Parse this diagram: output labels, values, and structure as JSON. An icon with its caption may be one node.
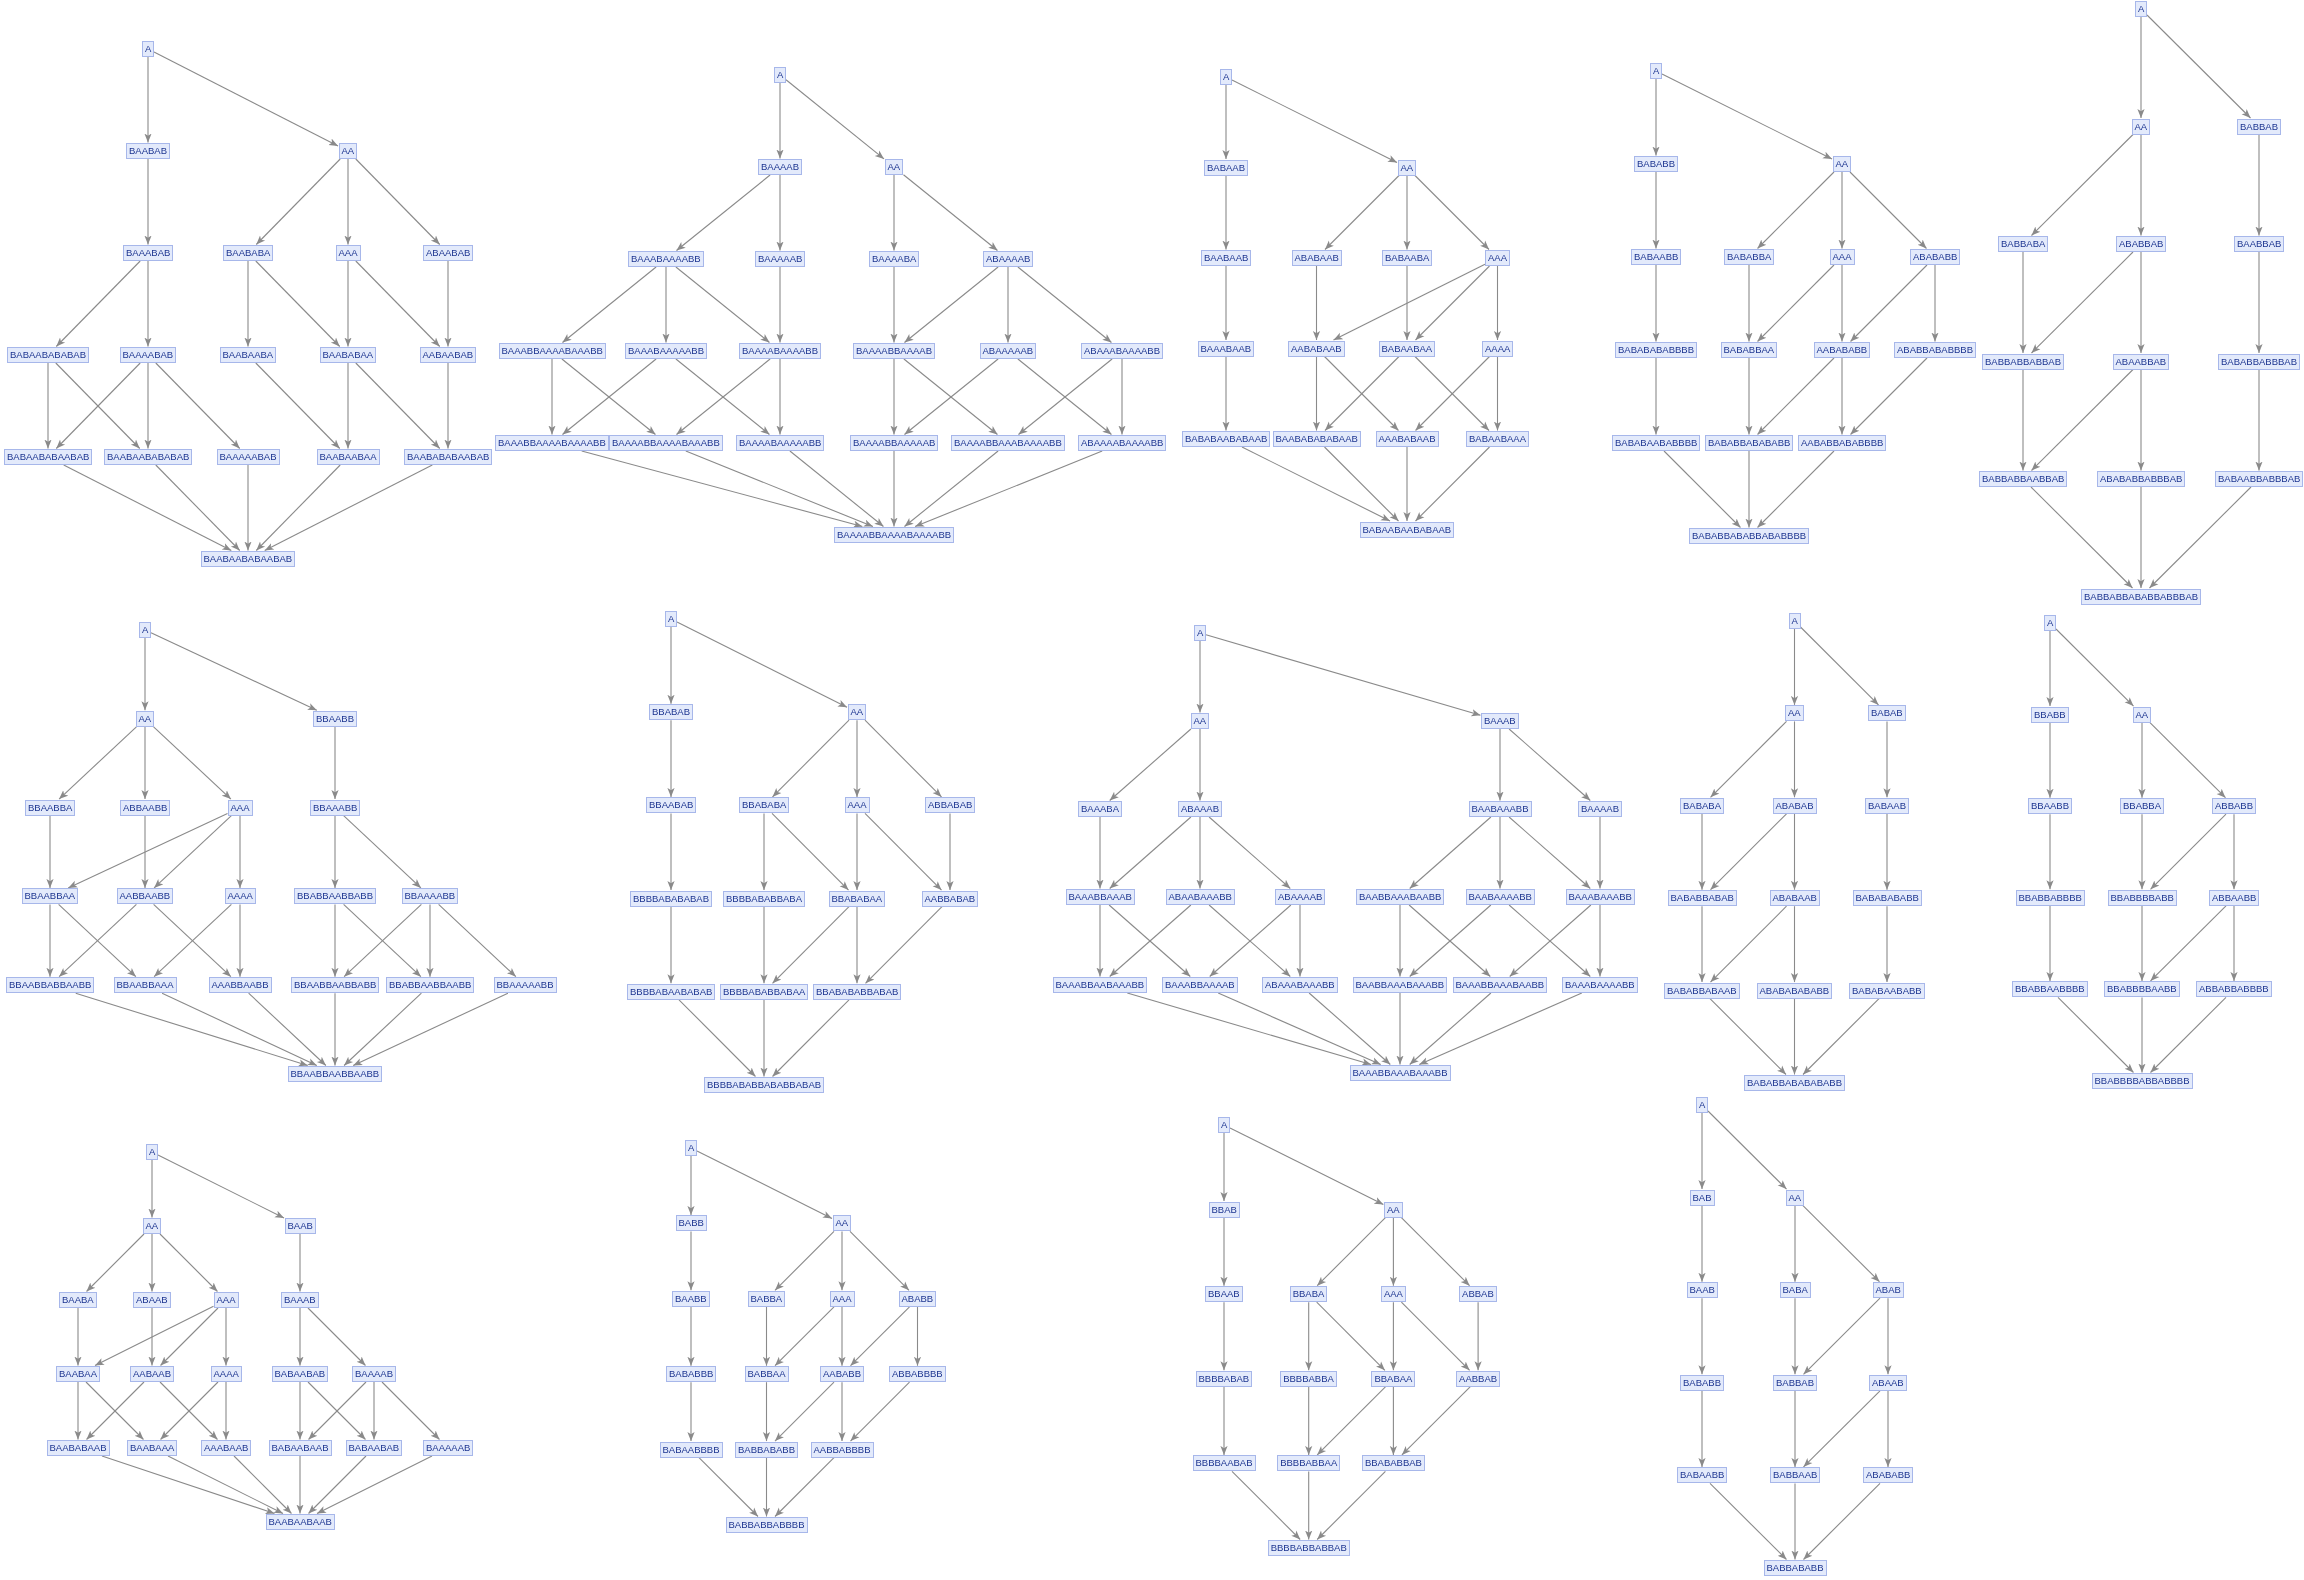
{
  "diagram": {
    "nodes": [
      {
        "text": [
          "A"
        ]
      },
      {
        "text": [
          "BAABAB"
        ]
      },
      {
        "text": [
          "AA"
        ]
      },
      {
        "text": [
          "BAAABAB"
        ]
      },
      {
        "text": [
          "BAABABA"
        ]
      },
      {
        "text": [
          "AAA"
        ]
      },
      {
        "text": [
          "ABAABAB"
        ]
      },
      {
        "text": [
          "BABAABABABAB"
        ]
      },
      {
        "text": [
          "BAAAABAB"
        ]
      },
      {
        "text": [
          "BAABAABA"
        ]
      },
      {
        "text": [
          "BAABABAA"
        ]
      },
      {
        "text": [
          "AABAABAB"
        ]
      },
      {
        "text": [
          "BABAABABAABAB"
        ]
      },
      {
        "text": [
          "BAABAABABABAB"
        ]
      },
      {
        "text": [
          "BAAAAABAB"
        ]
      },
      {
        "text": [
          "BAABAABAA"
        ]
      },
      {
        "text": [
          "BAABABABAABAB"
        ]
      },
      {
        "text": [
          "BAABAABABAABAB"
        ]
      },
      {
        "text": [
          "A"
        ]
      },
      {
        "text": [
          "BAAAAB"
        ]
      },
      {
        "text": [
          "AA"
        ]
      },
      {
        "text": [
          "BAAABAAAABB"
        ]
      },
      {
        "text": [
          "BAAAAAB"
        ]
      },
      {
        "text": [
          "BAAAABA"
        ]
      },
      {
        "text": [
          "ABAAAAB"
        ]
      },
      {
        "text": [
          "BAAABBAAAABAAABB"
        ]
      },
      {
        "text": [
          "BAAABAAAAABB"
        ]
      },
      {
        "text": [
          "BAAAABAAAABB"
        ]
      },
      {
        "text": [
          "BAAAABBAAAAB"
        ]
      },
      {
        "text": [
          "ABAAAAAB"
        ]
      },
      {
        "text": [
          "ABAAABAAAABB"
        ]
      },
      {
        "text": [
          "BAAABBAAAABAAAABB"
        ]
      },
      {
        "text": [
          "BAAAABBAAAABAAABB"
        ]
      },
      {
        "text": [
          "BAAAABAAAAABB"
        ]
      },
      {
        "text": [
          "BAAAABBAAAAAB"
        ]
      },
      {
        "text": [
          "BAAAABBAAABAAAABB"
        ]
      },
      {
        "text": [
          "ABAAAABAAAABB"
        ]
      },
      {
        "text": [
          "BAAAABBAAAABAAAABB"
        ]
      },
      {
        "text": [
          "A"
        ]
      },
      {
        "text": [
          "BABAAB"
        ]
      },
      {
        "text": [
          "AA"
        ]
      },
      {
        "text": [
          "BAABAAB"
        ]
      },
      {
        "text": [
          "ABABAAB"
        ]
      },
      {
        "text": [
          "BABAABA"
        ]
      },
      {
        "text": [
          "AAA"
        ]
      },
      {
        "text": [
          "BAAABAAB"
        ]
      },
      {
        "text": [
          "AABABAAB"
        ]
      },
      {
        "text": [
          "BABAABAA"
        ]
      },
      {
        "text": [
          "AAAA"
        ]
      },
      {
        "text": [
          "BABABAABABAAB"
        ]
      },
      {
        "text": [
          "BAABABABABAAB"
        ]
      },
      {
        "text": [
          "AAABABAAB"
        ]
      },
      {
        "text": [
          "BABAABAAA"
        ]
      },
      {
        "text": [
          "BABAABAABABAAB"
        ]
      },
      {
        "text": [
          "A"
        ]
      },
      {
        "text": [
          "BABABB"
        ]
      },
      {
        "text": [
          "AA"
        ]
      },
      {
        "text": [
          "BABAABB"
        ]
      },
      {
        "text": [
          "BABABBA"
        ]
      },
      {
        "text": [
          "AAA"
        ]
      },
      {
        "text": [
          "ABABABB"
        ]
      },
      {
        "text": [
          "BABABABABBBB"
        ]
      },
      {
        "text": [
          "BABABBAA"
        ]
      },
      {
        "text": [
          "AABABABB"
        ]
      },
      {
        "text": [
          "ABABBABABBBB"
        ]
      },
      {
        "text": [
          "BABABAABABBBB"
        ]
      },
      {
        "text": [
          "BABABBABABABB"
        ]
      },
      {
        "text": [
          "AABABBABABBBB"
        ]
      },
      {
        "text": [
          "BABABBABABBABABBBB"
        ]
      },
      {
        "text": [
          "A"
        ]
      },
      {
        "text": [
          "AA"
        ]
      },
      {
        "text": [
          "BABBAB"
        ]
      },
      {
        "text": [
          "BABBABA"
        ]
      },
      {
        "text": [
          "ABABBAB"
        ]
      },
      {
        "text": [
          "BAABBAB"
        ]
      },
      {
        "text": [
          "BABBABBABBAB"
        ]
      },
      {
        "text": [
          "ABAABBAB"
        ]
      },
      {
        "text": [
          "BABABBABBBAB"
        ]
      },
      {
        "text": [
          "BABBABBAABBAB"
        ]
      },
      {
        "text": [
          "ABABABBABBBAB"
        ]
      },
      {
        "text": [
          "BABAABBABBBAB"
        ]
      },
      {
        "text": [
          "BABBABBABABBABBBAB"
        ]
      },
      {
        "text": [
          "A"
        ]
      },
      {
        "text": [
          "AA"
        ]
      },
      {
        "text": [
          "BBAABB"
        ]
      },
      {
        "text": [
          "BBAABBA"
        ]
      },
      {
        "text": [
          "ABBAABB"
        ]
      },
      {
        "text": [
          "AAA"
        ]
      },
      {
        "text": [
          "BBAAABB"
        ]
      },
      {
        "text": [
          "BBAABBAA"
        ]
      },
      {
        "text": [
          "AABBAABB"
        ]
      },
      {
        "text": [
          "AAAA"
        ]
      },
      {
        "text": [
          "BBABBAABBABB"
        ]
      },
      {
        "text": [
          "BBAAAABB"
        ]
      },
      {
        "text": [
          "BBAABBABBAABB"
        ]
      },
      {
        "text": [
          "BBAABBAAA"
        ]
      },
      {
        "text": [
          "AAABBAABB"
        ]
      },
      {
        "text": [
          "BBAABBAABBABB"
        ]
      },
      {
        "text": [
          "BBABBAABBAABB"
        ]
      },
      {
        "text": [
          "BBAAAAABB"
        ]
      },
      {
        "text": [
          "BBAABBAABBAABB"
        ]
      },
      {
        "text": [
          "A"
        ]
      },
      {
        "text": [
          "BBABAB"
        ]
      },
      {
        "text": [
          "AA"
        ]
      },
      {
        "text": [
          "BBAABAB"
        ]
      },
      {
        "text": [
          "BBABABA"
        ]
      },
      {
        "text": [
          "AAA"
        ]
      },
      {
        "text": [
          "ABBABAB"
        ]
      },
      {
        "text": [
          "BBBBABABABAB"
        ]
      },
      {
        "text": [
          "BBBBABABBABA"
        ]
      },
      {
        "text": [
          "BBABABAA"
        ]
      },
      {
        "text": [
          "AABBABAB"
        ]
      },
      {
        "text": [
          "BBBBABAABABAB"
        ]
      },
      {
        "text": [
          "BBBBABABBABAA"
        ]
      },
      {
        "text": [
          "BBABABABBABAB"
        ]
      },
      {
        "text": [
          "BBBBABABBABABBABAB"
        ]
      },
      {
        "text": [
          "A"
        ]
      },
      {
        "text": [
          "AA"
        ]
      },
      {
        "text": [
          "BAAAB"
        ]
      },
      {
        "text": [
          "BAAABA"
        ]
      },
      {
        "text": [
          "ABAAAB"
        ]
      },
      {
        "text": [
          "BAABAAABB"
        ]
      },
      {
        "text": [
          "BAAAAB"
        ]
      },
      {
        "text": [
          "BAAABBAAAB"
        ]
      },
      {
        "text": [
          "ABAABAAABB"
        ]
      },
      {
        "text": [
          "ABAAAAB"
        ]
      },
      {
        "text": [
          "BAABBAAABAABB"
        ]
      },
      {
        "text": [
          "BAABAAAABB"
        ]
      },
      {
        "text": [
          "BAAABAAABB"
        ]
      },
      {
        "text": [
          "BAAABBAABAAABB"
        ]
      },
      {
        "text": [
          "BAAABBAAAAB"
        ]
      },
      {
        "text": [
          "ABAAABAAABB"
        ]
      },
      {
        "text": [
          "BAABBAAABAAABB"
        ]
      },
      {
        "text": [
          "BAAABBAAABAABB"
        ]
      },
      {
        "text": [
          "BAAABAAAABB"
        ]
      },
      {
        "text": [
          "BAAABBAAABAAABB"
        ]
      },
      {
        "text": [
          "A"
        ]
      },
      {
        "text": [
          "AA"
        ]
      },
      {
        "text": [
          "BABAB"
        ]
      },
      {
        "text": [
          "BABABA"
        ]
      },
      {
        "text": [
          "ABABAB"
        ]
      },
      {
        "text": [
          "BABAAB"
        ]
      },
      {
        "text": [
          "BABABBABAB"
        ]
      },
      {
        "text": [
          "ABABAAB"
        ]
      },
      {
        "text": [
          "BABABABABB"
        ]
      },
      {
        "text": [
          "BABABBABAAB"
        ]
      },
      {
        "text": [
          "ABABABABABB"
        ]
      },
      {
        "text": [
          "BABABAABABB"
        ]
      },
      {
        "text": [
          "BABABBABABABABB"
        ]
      },
      {
        "text": [
          "A"
        ]
      },
      {
        "text": [
          "BBABB"
        ]
      },
      {
        "text": [
          "AA"
        ]
      },
      {
        "text": [
          "BBAABB"
        ]
      },
      {
        "text": [
          "BBABBA"
        ]
      },
      {
        "text": [
          "ABBABB"
        ]
      },
      {
        "text": [
          "BBABBABBBB"
        ]
      },
      {
        "text": [
          "BBABBBBABB"
        ]
      },
      {
        "text": [
          "ABBAABB"
        ]
      },
      {
        "text": [
          "BBABBAABBBB"
        ]
      },
      {
        "text": [
          "BBABBBBAABB"
        ]
      },
      {
        "text": [
          "ABBABBABBBB"
        ]
      },
      {
        "text": [
          "BBABBBBABBABBBB"
        ]
      },
      {
        "text": [
          "A"
        ]
      },
      {
        "text": [
          "AA"
        ]
      },
      {
        "text": [
          "BAAB"
        ]
      },
      {
        "text": [
          "BAABA"
        ]
      },
      {
        "text": [
          "ABAAB"
        ]
      },
      {
        "text": [
          "AAA"
        ]
      },
      {
        "text": [
          "BAAAB"
        ]
      },
      {
        "text": [
          "BAABAA"
        ]
      },
      {
        "text": [
          "AABAAB"
        ]
      },
      {
        "text": [
          "AAAA"
        ]
      },
      {
        "text": [
          "BABAABAB"
        ]
      },
      {
        "text": [
          "BAAAAB"
        ]
      },
      {
        "text": [
          "BAABABAAB"
        ]
      },
      {
        "text": [
          "BAABAAA"
        ]
      },
      {
        "text": [
          "AAABAAB"
        ]
      },
      {
        "text": [
          "BABAABAAB"
        ]
      },
      {
        "text": [
          "BABAABAB"
        ]
      },
      {
        "text": [
          "BAAAAAB"
        ]
      },
      {
        "text": [
          "BAABAABAAB"
        ]
      },
      {
        "text": [
          "A"
        ]
      },
      {
        "text": [
          "BABB"
        ]
      },
      {
        "text": [
          "AA"
        ]
      },
      {
        "text": [
          "BAABB"
        ]
      },
      {
        "text": [
          "BABBA"
        ]
      },
      {
        "text": [
          "AAA"
        ]
      },
      {
        "text": [
          "ABABB"
        ]
      },
      {
        "text": [
          "BABABBB"
        ]
      },
      {
        "text": [
          "BABBAA"
        ]
      },
      {
        "text": [
          "AABABB"
        ]
      },
      {
        "text": [
          "ABBABBBB"
        ]
      },
      {
        "text": [
          "BABAABBBB"
        ]
      },
      {
        "text": [
          "BABBABABB"
        ]
      },
      {
        "text": [
          "AABBABBBB"
        ]
      },
      {
        "text": [
          "BABBABBABBBB"
        ]
      },
      {
        "text": [
          "A"
        ]
      },
      {
        "text": [
          "BBAB"
        ]
      },
      {
        "text": [
          "AA"
        ]
      },
      {
        "text": [
          "BBAAB"
        ]
      },
      {
        "text": [
          "BBABA"
        ]
      },
      {
        "text": [
          "AAA"
        ]
      },
      {
        "text": [
          "ABBAB"
        ]
      },
      {
        "text": [
          "BBBBABAB"
        ]
      },
      {
        "text": [
          "BBBBABBA"
        ]
      },
      {
        "text": [
          "BBABAA"
        ]
      },
      {
        "text": [
          "AABBAB"
        ]
      },
      {
        "text": [
          "BBBBAABAB"
        ]
      },
      {
        "text": [
          "BBBBABBAA"
        ]
      },
      {
        "text": [
          "BBABABBAB"
        ]
      },
      {
        "text": [
          "BBBBABBABBAB"
        ]
      },
      {
        "text": [
          "A"
        ]
      },
      {
        "text": [
          "BAB"
        ]
      },
      {
        "text": [
          "AA"
        ]
      },
      {
        "text": [
          "BAAB"
        ]
      },
      {
        "text": [
          "BABA"
        ]
      },
      {
        "text": [
          "ABAB"
        ]
      },
      {
        "text": [
          "BABABB"
        ]
      },
      {
        "text": [
          "BABBAB"
        ]
      },
      {
        "text": [
          "ABAAB"
        ]
      },
      {
        "text": [
          "BABAABB"
        ]
      },
      {
        "text": [
          "BABBAAB"
        ]
      },
      {
        "text": [
          "ABABABB"
        ]
      },
      {
        "text": [
          "BABBABABB"
        ]
      }
    ],
    "edges": [
      {
        "from": 0,
        "to": 1,
        "arrow": "to"
      },
      {
        "from": 0,
        "to": 2,
        "arrow": "to"
      },
      {
        "from": 1,
        "to": 3,
        "arrow": "to"
      },
      {
        "from": 2,
        "to": 4,
        "arrow": "to"
      },
      {
        "from": 2,
        "to": 5,
        "arrow": "to"
      },
      {
        "from": 2,
        "to": 6,
        "arrow": "to"
      },
      {
        "from": 3,
        "to": 7,
        "arrow": "to"
      },
      {
        "from": 3,
        "to": 8,
        "arrow": "to"
      },
      {
        "from": 4,
        "to": 9,
        "arrow": "to"
      },
      {
        "from": 4,
        "to": 10,
        "arrow": "to"
      },
      {
        "from": 5,
        "to": 10,
        "arrow": "to"
      },
      {
        "from": 5,
        "to": 11,
        "arrow": "to"
      },
      {
        "from": 6,
        "to": 11,
        "arrow": "to"
      },
      {
        "from": 7,
        "to": 12,
        "arrow": "to"
      },
      {
        "from": 7,
        "to": 13,
        "arrow": "to"
      },
      {
        "from": 8,
        "to": 12,
        "arrow": "to"
      },
      {
        "from": 8,
        "to": 13,
        "arrow": "to"
      },
      {
        "from": 8,
        "to": 14,
        "arrow": "to"
      },
      {
        "from": 9,
        "to": 15,
        "arrow": "to"
      },
      {
        "from": 10,
        "to": 15,
        "arrow": "to"
      },
      {
        "from": 10,
        "to": 16,
        "arrow": "to"
      },
      {
        "from": 11,
        "to": 16,
        "arrow": "to"
      },
      {
        "from": 12,
        "to": 17,
        "arrow": "to"
      },
      {
        "from": 13,
        "to": 17,
        "arrow": "to"
      },
      {
        "from": 14,
        "to": 17,
        "arrow": "to"
      },
      {
        "from": 15,
        "to": 17,
        "arrow": "to"
      },
      {
        "from": 16,
        "to": 17,
        "arrow": "to"
      },
      {
        "from": 18,
        "to": 19,
        "arrow": "to"
      },
      {
        "from": 18,
        "to": 20,
        "arrow": "to"
      },
      {
        "from": 19,
        "to": 21,
        "arrow": "to"
      },
      {
        "from": 19,
        "to": 22,
        "arrow": "to"
      },
      {
        "from": 20,
        "to": 23,
        "arrow": "to"
      },
      {
        "from": 20,
        "to": 24,
        "arrow": "to"
      },
      {
        "from": 21,
        "to": 25,
        "arrow": "to"
      },
      {
        "from": 21,
        "to": 26,
        "arrow": "to"
      },
      {
        "from": 21,
        "to": 27,
        "arrow": "to"
      },
      {
        "from": 22,
        "to": 27,
        "arrow": "to"
      },
      {
        "from": 23,
        "to": 28,
        "arrow": "to"
      },
      {
        "from": 24,
        "to": 28,
        "arrow": "to"
      },
      {
        "from": 24,
        "to": 29,
        "arrow": "to"
      },
      {
        "from": 24,
        "to": 30,
        "arrow": "to"
      },
      {
        "from": 25,
        "to": 31,
        "arrow": "to"
      },
      {
        "from": 25,
        "to": 32,
        "arrow": "to"
      },
      {
        "from": 26,
        "to": 31,
        "arrow": "to"
      },
      {
        "from": 26,
        "to": 33,
        "arrow": "to"
      },
      {
        "from": 27,
        "to": 32,
        "arrow": "to"
      },
      {
        "from": 27,
        "to": 33,
        "arrow": "to"
      },
      {
        "from": 28,
        "to": 34,
        "arrow": "to"
      },
      {
        "from": 28,
        "to": 35,
        "arrow": "to"
      },
      {
        "from": 29,
        "to": 34,
        "arrow": "to"
      },
      {
        "from": 29,
        "to": 36,
        "arrow": "to"
      },
      {
        "from": 30,
        "to": 35,
        "arrow": "to"
      },
      {
        "from": 30,
        "to": 36,
        "arrow": "to"
      },
      {
        "from": 31,
        "to": 37,
        "arrow": "to"
      },
      {
        "from": 32,
        "to": 37,
        "arrow": "to"
      },
      {
        "from": 33,
        "to": 37,
        "arrow": "to"
      },
      {
        "from": 34,
        "to": 37,
        "arrow": "to"
      },
      {
        "from": 35,
        "to": 37,
        "arrow": "to"
      },
      {
        "from": 36,
        "to": 37,
        "arrow": "to"
      },
      {
        "from": 38,
        "to": 39,
        "arrow": "to"
      },
      {
        "from": 38,
        "to": 40,
        "arrow": "to"
      },
      {
        "from": 39,
        "to": 41,
        "arrow": "to"
      },
      {
        "from": 40,
        "to": 42,
        "arrow": "to"
      },
      {
        "from": 40,
        "to": 43,
        "arrow": "to"
      },
      {
        "from": 40,
        "to": 44,
        "arrow": "to"
      },
      {
        "from": 41,
        "to": 45,
        "arrow": "to"
      },
      {
        "from": 42,
        "to": 46,
        "arrow": "to"
      },
      {
        "from": 43,
        "to": 47,
        "arrow": "to"
      },
      {
        "from": 44,
        "to": 46,
        "arrow": "to"
      },
      {
        "from": 44,
        "to": 47,
        "arrow": "to"
      },
      {
        "from": 44,
        "to": 48,
        "arrow": "to"
      },
      {
        "from": 45,
        "to": 49,
        "arrow": "to"
      },
      {
        "from": 46,
        "to": 50,
        "arrow": "to"
      },
      {
        "from": 46,
        "to": 51,
        "arrow": "to"
      },
      {
        "from": 47,
        "to": 50,
        "arrow": "to"
      },
      {
        "from": 47,
        "to": 52,
        "arrow": "to"
      },
      {
        "from": 48,
        "to": 51,
        "arrow": "to"
      },
      {
        "from": 48,
        "to": 52,
        "arrow": "to"
      },
      {
        "from": 49,
        "to": 53,
        "arrow": "to"
      },
      {
        "from": 50,
        "to": 53,
        "arrow": "to"
      },
      {
        "from": 51,
        "to": 53,
        "arrow": "to"
      },
      {
        "from": 52,
        "to": 53,
        "arrow": "to"
      },
      {
        "from": 54,
        "to": 55,
        "arrow": "to"
      },
      {
        "from": 54,
        "to": 56,
        "arrow": "to"
      },
      {
        "from": 55,
        "to": 57,
        "arrow": "to"
      },
      {
        "from": 56,
        "to": 58,
        "arrow": "to"
      },
      {
        "from": 56,
        "to": 59,
        "arrow": "to"
      },
      {
        "from": 56,
        "to": 60,
        "arrow": "to"
      },
      {
        "from": 57,
        "to": 61,
        "arrow": "to"
      },
      {
        "from": 58,
        "to": 62,
        "arrow": "to"
      },
      {
        "from": 59,
        "to": 62,
        "arrow": "to"
      },
      {
        "from": 59,
        "to": 63,
        "arrow": "to"
      },
      {
        "from": 60,
        "to": 63,
        "arrow": "to"
      },
      {
        "from": 60,
        "to": 64,
        "arrow": "to"
      },
      {
        "from": 61,
        "to": 65,
        "arrow": "to"
      },
      {
        "from": 62,
        "to": 66,
        "arrow": "to"
      },
      {
        "from": 63,
        "to": 66,
        "arrow": "to"
      },
      {
        "from": 63,
        "to": 67,
        "arrow": "to"
      },
      {
        "from": 64,
        "to": 67,
        "arrow": "to"
      },
      {
        "from": 65,
        "to": 68,
        "arrow": "to"
      },
      {
        "from": 66,
        "to": 68,
        "arrow": "to"
      },
      {
        "from": 67,
        "to": 68,
        "arrow": "to"
      },
      {
        "from": 69,
        "to": 70,
        "arrow": "to"
      },
      {
        "from": 69,
        "to": 71,
        "arrow": "to"
      },
      {
        "from": 70,
        "to": 72,
        "arrow": "to"
      },
      {
        "from": 70,
        "to": 73,
        "arrow": "to"
      },
      {
        "from": 71,
        "to": 74,
        "arrow": "to"
      },
      {
        "from": 72,
        "to": 75,
        "arrow": "to"
      },
      {
        "from": 73,
        "to": 75,
        "arrow": "to"
      },
      {
        "from": 73,
        "to": 76,
        "arrow": "to"
      },
      {
        "from": 74,
        "to": 77,
        "arrow": "to"
      },
      {
        "from": 75,
        "to": 78,
        "arrow": "to"
      },
      {
        "from": 76,
        "to": 78,
        "arrow": "to"
      },
      {
        "from": 76,
        "to": 79,
        "arrow": "to"
      },
      {
        "from": 77,
        "to": 80,
        "arrow": "to"
      },
      {
        "from": 78,
        "to": 81,
        "arrow": "to"
      },
      {
        "from": 79,
        "to": 81,
        "arrow": "to"
      },
      {
        "from": 80,
        "to": 81,
        "arrow": "to"
      },
      {
        "from": 82,
        "to": 83,
        "arrow": "to"
      },
      {
        "from": 82,
        "to": 84,
        "arrow": "to"
      },
      {
        "from": 83,
        "to": 85,
        "arrow": "to"
      },
      {
        "from": 83,
        "to": 86,
        "arrow": "to"
      },
      {
        "from": 83,
        "to": 87,
        "arrow": "to"
      },
      {
        "from": 84,
        "to": 88,
        "arrow": "to"
      },
      {
        "from": 85,
        "to": 89,
        "arrow": "to"
      },
      {
        "from": 86,
        "to": 90,
        "arrow": "to"
      },
      {
        "from": 87,
        "to": 89,
        "arrow": "to"
      },
      {
        "from": 87,
        "to": 90,
        "arrow": "to"
      },
      {
        "from": 87,
        "to": 91,
        "arrow": "to"
      },
      {
        "from": 88,
        "to": 92,
        "arrow": "to"
      },
      {
        "from": 88,
        "to": 93,
        "arrow": "to"
      },
      {
        "from": 89,
        "to": 94,
        "arrow": "to"
      },
      {
        "from": 89,
        "to": 95,
        "arrow": "to"
      },
      {
        "from": 90,
        "to": 94,
        "arrow": "to"
      },
      {
        "from": 90,
        "to": 96,
        "arrow": "to"
      },
      {
        "from": 91,
        "to": 95,
        "arrow": "to"
      },
      {
        "from": 91,
        "to": 96,
        "arrow": "to"
      },
      {
        "from": 92,
        "to": 97,
        "arrow": "to"
      },
      {
        "from": 92,
        "to": 98,
        "arrow": "to"
      },
      {
        "from": 93,
        "to": 97,
        "arrow": "to"
      },
      {
        "from": 93,
        "to": 98,
        "arrow": "to"
      },
      {
        "from": 93,
        "to": 99,
        "arrow": "to"
      },
      {
        "from": 94,
        "to": 100,
        "arrow": "to"
      },
      {
        "from": 95,
        "to": 100,
        "arrow": "to"
      },
      {
        "from": 96,
        "to": 100,
        "arrow": "to"
      },
      {
        "from": 97,
        "to": 100,
        "arrow": "to"
      },
      {
        "from": 98,
        "to": 100,
        "arrow": "to"
      },
      {
        "from": 99,
        "to": 100,
        "arrow": "to"
      },
      {
        "from": 101,
        "to": 102,
        "arrow": "to"
      },
      {
        "from": 101,
        "to": 103,
        "arrow": "to"
      },
      {
        "from": 102,
        "to": 104,
        "arrow": "to"
      },
      {
        "from": 103,
        "to": 105,
        "arrow": "to"
      },
      {
        "from": 103,
        "to": 106,
        "arrow": "to"
      },
      {
        "from": 103,
        "to": 107,
        "arrow": "to"
      },
      {
        "from": 104,
        "to": 108,
        "arrow": "to"
      },
      {
        "from": 105,
        "to": 109,
        "arrow": "to"
      },
      {
        "from": 105,
        "to": 110,
        "arrow": "to"
      },
      {
        "from": 106,
        "to": 110,
        "arrow": "to"
      },
      {
        "from": 106,
        "to": 111,
        "arrow": "to"
      },
      {
        "from": 107,
        "to": 111,
        "arrow": "to"
      },
      {
        "from": 108,
        "to": 112,
        "arrow": "to"
      },
      {
        "from": 109,
        "to": 113,
        "arrow": "to"
      },
      {
        "from": 110,
        "to": 113,
        "arrow": "to"
      },
      {
        "from": 110,
        "to": 114,
        "arrow": "to"
      },
      {
        "from": 111,
        "to": 114,
        "arrow": "to"
      },
      {
        "from": 112,
        "to": 115,
        "arrow": "to"
      },
      {
        "from": 113,
        "to": 115,
        "arrow": "to"
      },
      {
        "from": 114,
        "to": 115,
        "arrow": "to"
      },
      {
        "from": 116,
        "to": 117,
        "arrow": "to"
      },
      {
        "from": 116,
        "to": 118,
        "arrow": "to"
      },
      {
        "from": 117,
        "to": 119,
        "arrow": "to"
      },
      {
        "from": 117,
        "to": 120,
        "arrow": "to"
      },
      {
        "from": 118,
        "to": 121,
        "arrow": "to"
      },
      {
        "from": 118,
        "to": 122,
        "arrow": "to"
      },
      {
        "from": 119,
        "to": 123,
        "arrow": "to"
      },
      {
        "from": 120,
        "to": 123,
        "arrow": "to"
      },
      {
        "from": 120,
        "to": 124,
        "arrow": "to"
      },
      {
        "from": 120,
        "to": 125,
        "arrow": "to"
      },
      {
        "from": 121,
        "to": 126,
        "arrow": "to"
      },
      {
        "from": 121,
        "to": 127,
        "arrow": "to"
      },
      {
        "from": 121,
        "to": 128,
        "arrow": "to"
      },
      {
        "from": 122,
        "to": 128,
        "arrow": "to"
      },
      {
        "from": 123,
        "to": 129,
        "arrow": "to"
      },
      {
        "from": 123,
        "to": 130,
        "arrow": "to"
      },
      {
        "from": 124,
        "to": 129,
        "arrow": "to"
      },
      {
        "from": 124,
        "to": 131,
        "arrow": "to"
      },
      {
        "from": 125,
        "to": 130,
        "arrow": "to"
      },
      {
        "from": 125,
        "to": 131,
        "arrow": "to"
      },
      {
        "from": 126,
        "to": 132,
        "arrow": "to"
      },
      {
        "from": 126,
        "to": 133,
        "arrow": "to"
      },
      {
        "from": 127,
        "to": 132,
        "arrow": "to"
      },
      {
        "from": 127,
        "to": 134,
        "arrow": "to"
      },
      {
        "from": 128,
        "to": 133,
        "arrow": "to"
      },
      {
        "from": 128,
        "to": 134,
        "arrow": "to"
      },
      {
        "from": 129,
        "to": 135,
        "arrow": "to"
      },
      {
        "from": 130,
        "to": 135,
        "arrow": "to"
      },
      {
        "from": 131,
        "to": 135,
        "arrow": "to"
      },
      {
        "from": 132,
        "to": 135,
        "arrow": "to"
      },
      {
        "from": 133,
        "to": 135,
        "arrow": "to"
      },
      {
        "from": 134,
        "to": 135,
        "arrow": "to"
      },
      {
        "from": 136,
        "to": 137,
        "arrow": "to"
      },
      {
        "from": 136,
        "to": 138,
        "arrow": "to"
      },
      {
        "from": 137,
        "to": 139,
        "arrow": "to"
      },
      {
        "from": 137,
        "to": 140,
        "arrow": "to"
      },
      {
        "from": 138,
        "to": 141,
        "arrow": "to"
      },
      {
        "from": 139,
        "to": 142,
        "arrow": "to"
      },
      {
        "from": 140,
        "to": 142,
        "arrow": "to"
      },
      {
        "from": 140,
        "to": 143,
        "arrow": "to"
      },
      {
        "from": 141,
        "to": 144,
        "arrow": "to"
      },
      {
        "from": 142,
        "to": 145,
        "arrow": "to"
      },
      {
        "from": 143,
        "to": 145,
        "arrow": "to"
      },
      {
        "from": 143,
        "to": 146,
        "arrow": "to"
      },
      {
        "from": 144,
        "to": 147,
        "arrow": "to"
      },
      {
        "from": 145,
        "to": 148,
        "arrow": "to"
      },
      {
        "from": 146,
        "to": 148,
        "arrow": "to"
      },
      {
        "from": 147,
        "to": 148,
        "arrow": "to"
      },
      {
        "from": 149,
        "to": 150,
        "arrow": "to"
      },
      {
        "from": 149,
        "to": 151,
        "arrow": "to"
      },
      {
        "from": 150,
        "to": 152,
        "arrow": "to"
      },
      {
        "from": 151,
        "to": 153,
        "arrow": "to"
      },
      {
        "from": 151,
        "to": 154,
        "arrow": "to"
      },
      {
        "from": 152,
        "to": 155,
        "arrow": "to"
      },
      {
        "from": 153,
        "to": 156,
        "arrow": "to"
      },
      {
        "from": 154,
        "to": 156,
        "arrow": "to"
      },
      {
        "from": 154,
        "to": 157,
        "arrow": "to"
      },
      {
        "from": 155,
        "to": 158,
        "arrow": "to"
      },
      {
        "from": 156,
        "to": 159,
        "arrow": "to"
      },
      {
        "from": 157,
        "to": 159,
        "arrow": "to"
      },
      {
        "from": 157,
        "to": 160,
        "arrow": "to"
      },
      {
        "from": 158,
        "to": 161,
        "arrow": "to"
      },
      {
        "from": 159,
        "to": 161,
        "arrow": "to"
      },
      {
        "from": 160,
        "to": 161,
        "arrow": "to"
      },
      {
        "from": 162,
        "to": 163,
        "arrow": "to"
      },
      {
        "from": 162,
        "to": 164,
        "arrow": "to"
      },
      {
        "from": 163,
        "to": 165,
        "arrow": "to"
      },
      {
        "from": 163,
        "to": 166,
        "arrow": "to"
      },
      {
        "from": 163,
        "to": 167,
        "arrow": "to"
      },
      {
        "from": 164,
        "to": 168,
        "arrow": "to"
      },
      {
        "from": 165,
        "to": 169,
        "arrow": "to"
      },
      {
        "from": 166,
        "to": 170,
        "arrow": "to"
      },
      {
        "from": 167,
        "to": 169,
        "arrow": "to"
      },
      {
        "from": 167,
        "to": 170,
        "arrow": "to"
      },
      {
        "from": 167,
        "to": 171,
        "arrow": "to"
      },
      {
        "from": 168,
        "to": 172,
        "arrow": "to"
      },
      {
        "from": 168,
        "to": 173,
        "arrow": "to"
      },
      {
        "from": 169,
        "to": 174,
        "arrow": "to"
      },
      {
        "from": 169,
        "to": 175,
        "arrow": "to"
      },
      {
        "from": 170,
        "to": 174,
        "arrow": "to"
      },
      {
        "from": 170,
        "to": 176,
        "arrow": "to"
      },
      {
        "from": 171,
        "to": 175,
        "arrow": "to"
      },
      {
        "from": 171,
        "to": 176,
        "arrow": "to"
      },
      {
        "from": 172,
        "to": 177,
        "arrow": "to"
      },
      {
        "from": 172,
        "to": 178,
        "arrow": "to"
      },
      {
        "from": 173,
        "to": 177,
        "arrow": "to"
      },
      {
        "from": 173,
        "to": 178,
        "arrow": "to"
      },
      {
        "from": 173,
        "to": 179,
        "arrow": "to"
      },
      {
        "from": 174,
        "to": 180,
        "arrow": "to"
      },
      {
        "from": 175,
        "to": 180,
        "arrow": "to"
      },
      {
        "from": 176,
        "to": 180,
        "arrow": "to"
      },
      {
        "from": 177,
        "to": 180,
        "arrow": "to"
      },
      {
        "from": 178,
        "to": 180,
        "arrow": "to"
      },
      {
        "from": 179,
        "to": 180,
        "arrow": "to"
      },
      {
        "from": 181,
        "to": 182,
        "arrow": "to"
      },
      {
        "from": 181,
        "to": 183,
        "arrow": "to"
      },
      {
        "from": 182,
        "to": 184,
        "arrow": "to"
      },
      {
        "from": 183,
        "to": 185,
        "arrow": "to"
      },
      {
        "from": 183,
        "to": 186,
        "arrow": "to"
      },
      {
        "from": 183,
        "to": 187,
        "arrow": "to"
      },
      {
        "from": 184,
        "to": 188,
        "arrow": "to"
      },
      {
        "from": 185,
        "to": 189,
        "arrow": "to"
      },
      {
        "from": 186,
        "to": 189,
        "arrow": "to"
      },
      {
        "from": 186,
        "to": 190,
        "arrow": "to"
      },
      {
        "from": 187,
        "to": 190,
        "arrow": "to"
      },
      {
        "from": 187,
        "to": 191,
        "arrow": "to"
      },
      {
        "from": 188,
        "to": 192,
        "arrow": "to"
      },
      {
        "from": 189,
        "to": 193,
        "arrow": "to"
      },
      {
        "from": 190,
        "to": 193,
        "arrow": "to"
      },
      {
        "from": 190,
        "to": 194,
        "arrow": "to"
      },
      {
        "from": 191,
        "to": 194,
        "arrow": "to"
      },
      {
        "from": 192,
        "to": 195,
        "arrow": "to"
      },
      {
        "from": 193,
        "to": 195,
        "arrow": "to"
      },
      {
        "from": 194,
        "to": 195,
        "arrow": "to"
      },
      {
        "from": 196,
        "to": 197,
        "arrow": "to"
      },
      {
        "from": 196,
        "to": 198,
        "arrow": "to"
      },
      {
        "from": 197,
        "to": 199,
        "arrow": "to"
      },
      {
        "from": 198,
        "to": 200,
        "arrow": "to"
      },
      {
        "from": 198,
        "to": 201,
        "arrow": "to"
      },
      {
        "from": 198,
        "to": 202,
        "arrow": "to"
      },
      {
        "from": 199,
        "to": 203,
        "arrow": "to"
      },
      {
        "from": 200,
        "to": 204,
        "arrow": "to"
      },
      {
        "from": 200,
        "to": 205,
        "arrow": "to"
      },
      {
        "from": 201,
        "to": 205,
        "arrow": "to"
      },
      {
        "from": 201,
        "to": 206,
        "arrow": "to"
      },
      {
        "from": 202,
        "to": 206,
        "arrow": "to"
      },
      {
        "from": 203,
        "to": 207,
        "arrow": "to"
      },
      {
        "from": 204,
        "to": 208,
        "arrow": "to"
      },
      {
        "from": 205,
        "to": 208,
        "arrow": "to"
      },
      {
        "from": 205,
        "to": 209,
        "arrow": "to"
      },
      {
        "from": 206,
        "to": 209,
        "arrow": "to"
      },
      {
        "from": 207,
        "to": 210,
        "arrow": "to"
      },
      {
        "from": 208,
        "to": 210,
        "arrow": "to"
      },
      {
        "from": 209,
        "to": 210,
        "arrow": "to"
      },
      {
        "from": 211,
        "to": 212,
        "arrow": "to"
      },
      {
        "from": 211,
        "to": 213,
        "arrow": "to"
      },
      {
        "from": 212,
        "to": 214,
        "arrow": "to"
      },
      {
        "from": 213,
        "to": 215,
        "arrow": "to"
      },
      {
        "from": 213,
        "to": 216,
        "arrow": "to"
      },
      {
        "from": 214,
        "to": 217,
        "arrow": "to"
      },
      {
        "from": 215,
        "to": 218,
        "arrow": "to"
      },
      {
        "from": 216,
        "to": 218,
        "arrow": "to"
      },
      {
        "from": 216,
        "to": 219,
        "arrow": "to"
      },
      {
        "from": 217,
        "to": 220,
        "arrow": "to"
      },
      {
        "from": 218,
        "to": 221,
        "arrow": "to"
      },
      {
        "from": 219,
        "to": 221,
        "arrow": "to"
      },
      {
        "from": 219,
        "to": 222,
        "arrow": "to"
      },
      {
        "from": 220,
        "to": 223,
        "arrow": "to"
      },
      {
        "from": 221,
        "to": 223,
        "arrow": "to"
      },
      {
        "from": 222,
        "to": 223,
        "arrow": "to"
      }
    ]
  }
}
